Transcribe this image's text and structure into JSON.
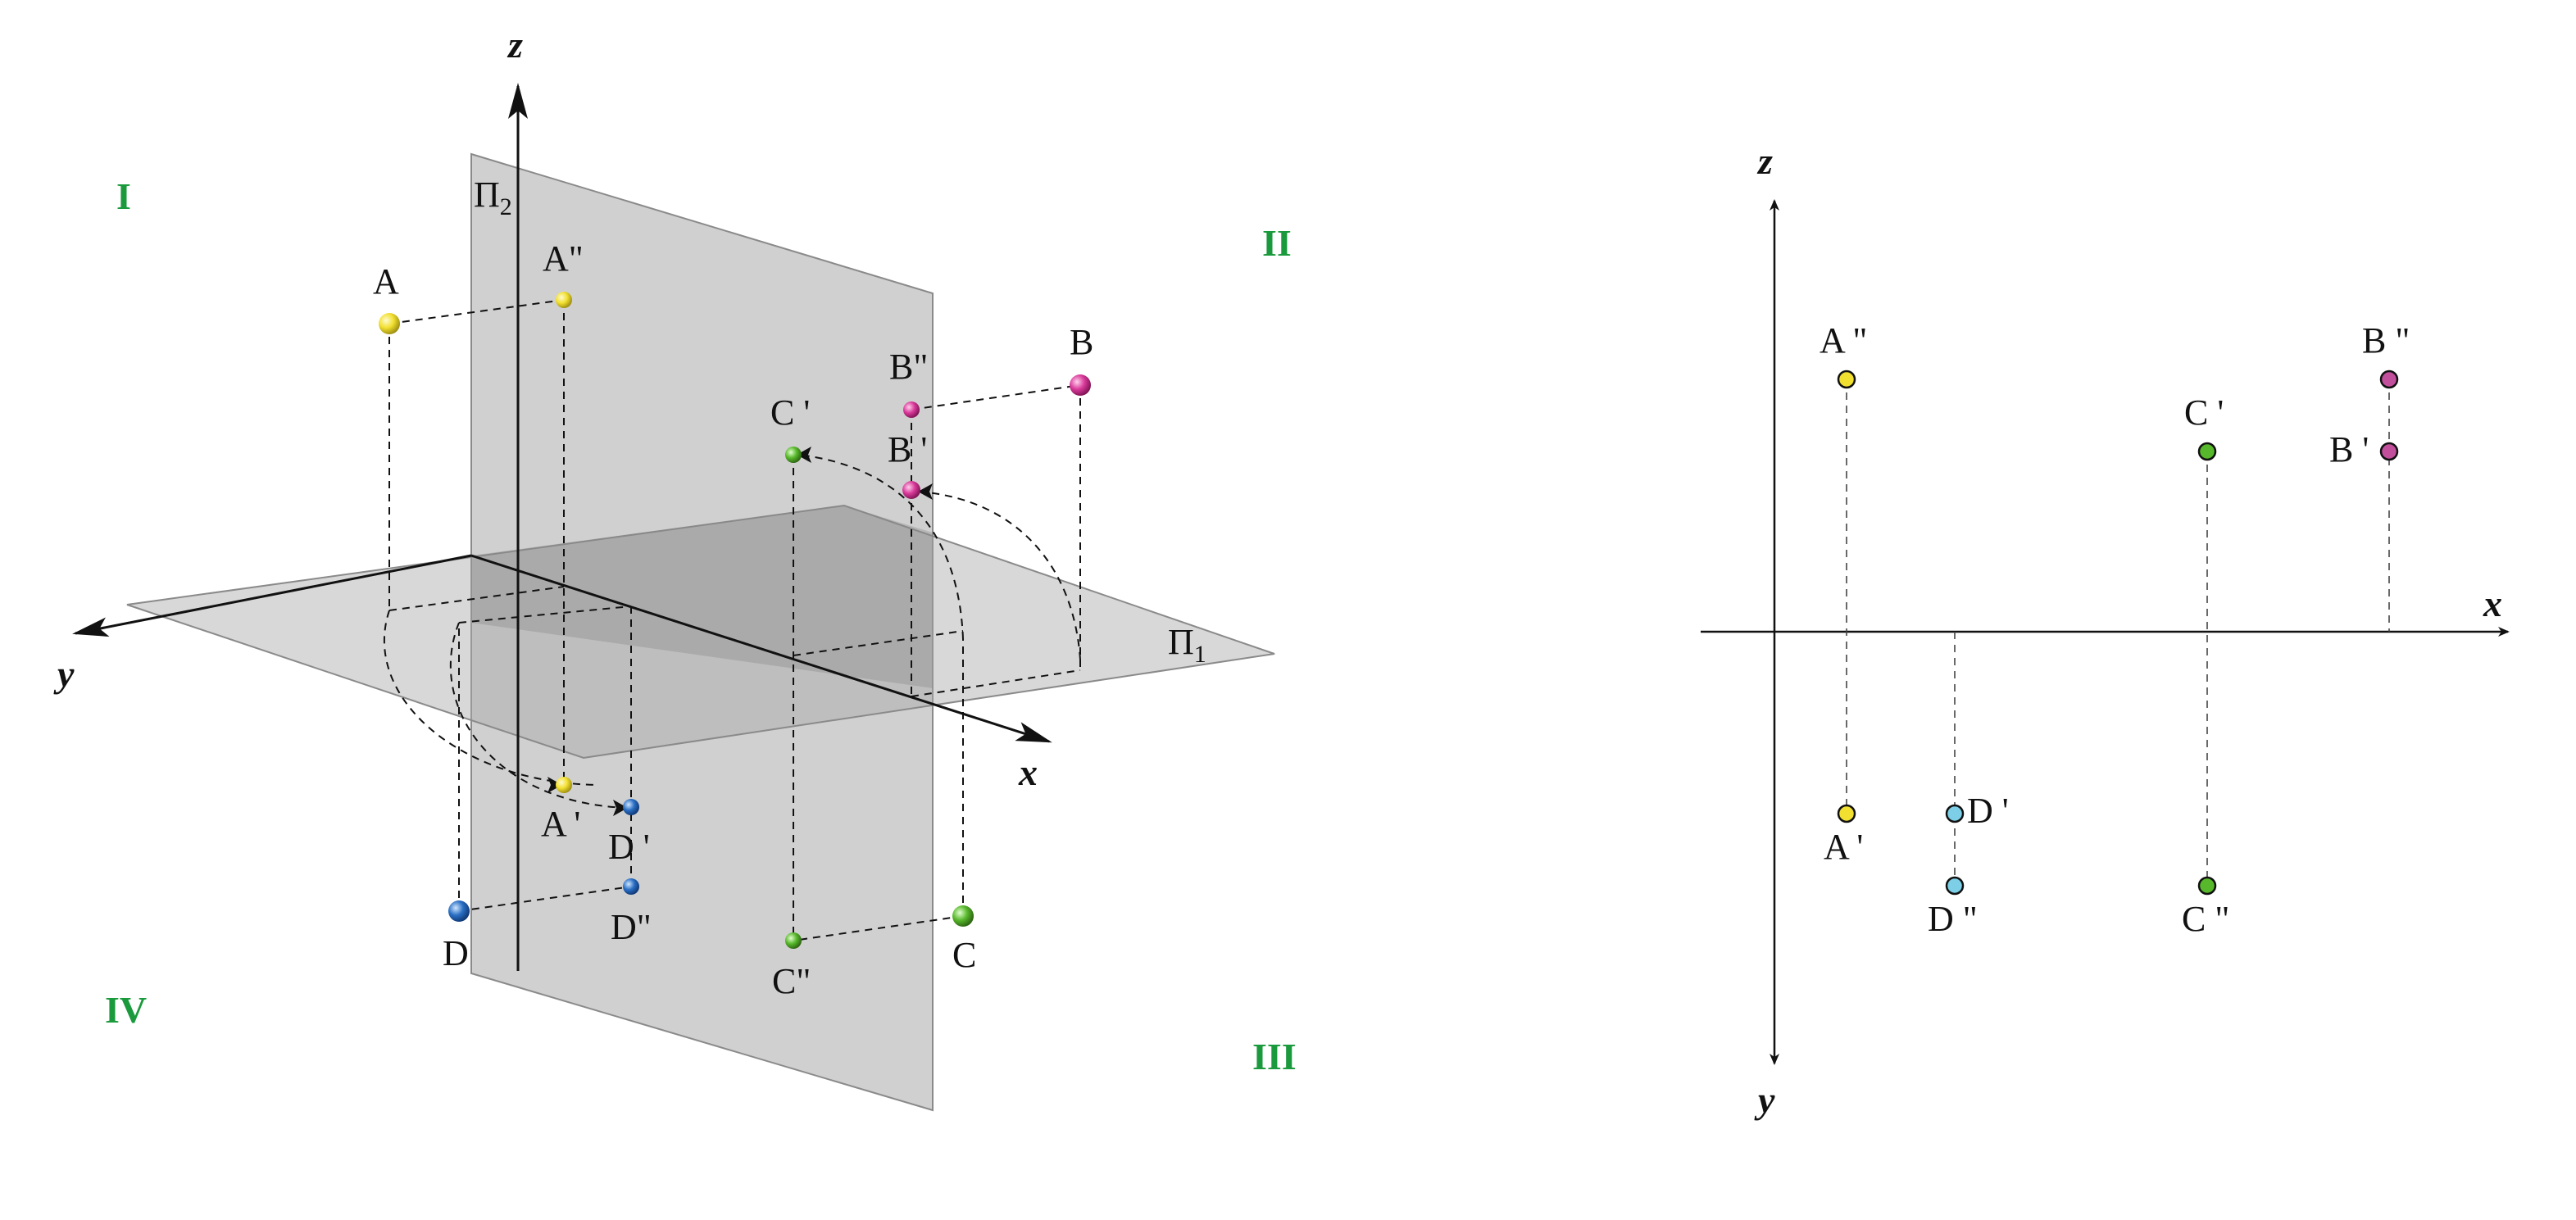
{
  "colors": {
    "quadrant": "#1a9a3c",
    "yellow": "#f2e030",
    "magenta": "#d93a9a",
    "green": "#58b82c",
    "blue": "#2a6fc4",
    "lightblue": "#7ccfe6",
    "plane": "#a9a9a9"
  },
  "quadrants": {
    "q1": "I",
    "q2": "II",
    "q3": "III",
    "q4": "IV"
  },
  "axes": {
    "x": "x",
    "y": "y",
    "z": "z"
  },
  "planes": {
    "p1_base": "Π",
    "p1_sub": "1",
    "p2_base": "Π",
    "p2_sub": "2"
  },
  "left_points": {
    "A": "A",
    "A2": "A\"",
    "A1": "A '",
    "B": "B",
    "B2": "B\"",
    "B1": "B '",
    "C": "C",
    "C2": "C\"",
    "C1": "C '",
    "D": "D",
    "D2": "D\"",
    "D1": "D '"
  },
  "right_points": {
    "A2": "A \"",
    "A1": "A '",
    "B2": "B \"",
    "B1": "B '",
    "C1": "C '",
    "C2": "C \"",
    "D1": "D '",
    "D2": "D \""
  }
}
